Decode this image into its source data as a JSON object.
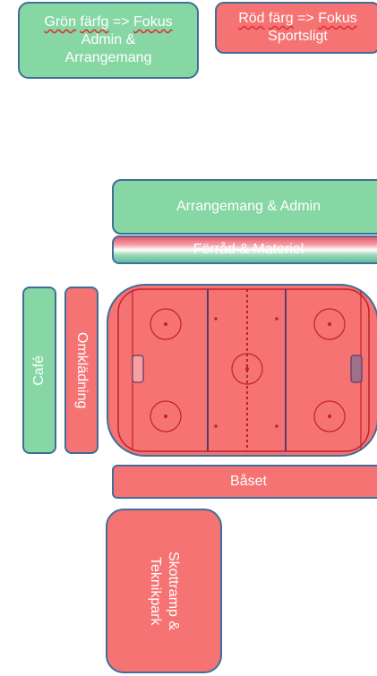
{
  "legend": {
    "green_line1_a": "Grön",
    "green_line1_b": "färfg",
    "green_line1_c": "=>",
    "green_line1_d": "Fokus",
    "green_line2": "Admin &",
    "green_line3": "Arrangemang",
    "red_line1_a": "Röd",
    "red_line1_b": "färg",
    "red_line1_c": "=>",
    "red_line1_d": "Fokus",
    "red_line2": "Sportsligt"
  },
  "areas": {
    "arrangemang": "Arrangemang & Admin",
    "forrad": "Förråd & Materiel",
    "cafe": "Café",
    "omkladning": "Omklädning",
    "baset": "Båset",
    "skottramp": "Skottramp & Teknikpark"
  },
  "colors": {
    "green": "#86d7a4",
    "red": "#f57373",
    "border": "#3f6f98",
    "rink_lines": "#c0212b",
    "blue_lines": "#5a3a6a"
  },
  "icons": {
    "rink": "ice-hockey-rink"
  }
}
